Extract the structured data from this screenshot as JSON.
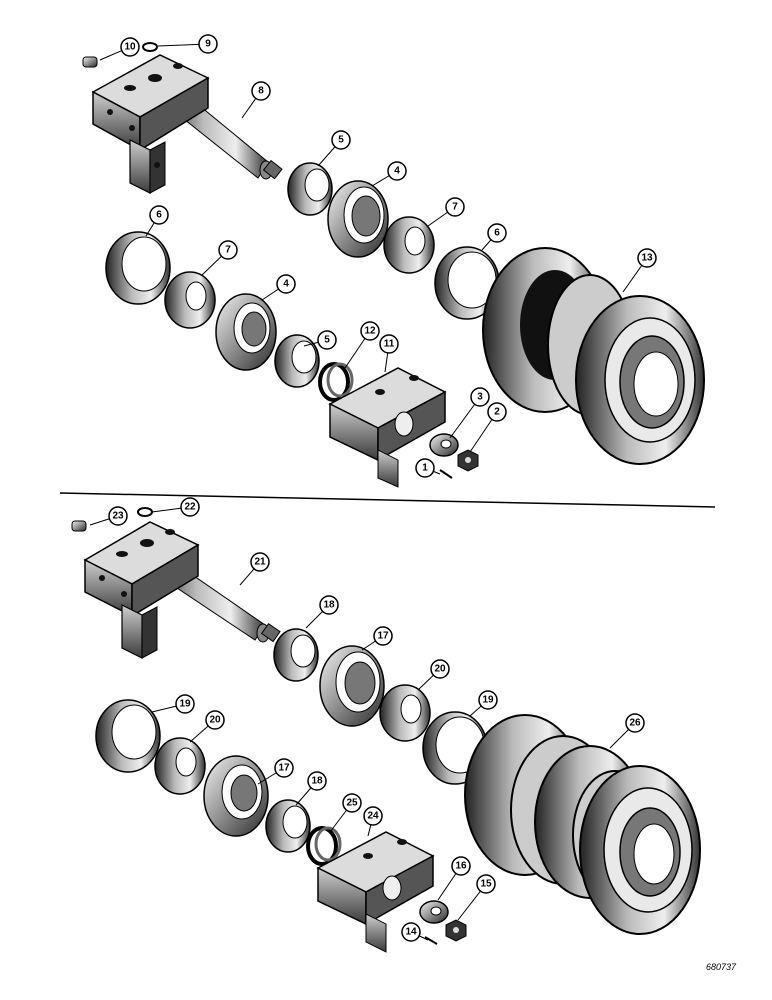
{
  "diagram": {
    "catalog_number": "680737",
    "assemblies": [
      {
        "callouts": [
          "1",
          "2",
          "3",
          "4",
          "4",
          "5",
          "5",
          "6",
          "6",
          "7",
          "7",
          "8",
          "9",
          "10",
          "11",
          "12",
          "13"
        ]
      },
      {
        "callouts": [
          "14",
          "15",
          "16",
          "17",
          "17",
          "18",
          "18",
          "19",
          "19",
          "20",
          "20",
          "21",
          "22",
          "23",
          "24",
          "25",
          "26"
        ]
      }
    ],
    "colors": {
      "ink": "#000000",
      "paper": "#ffffff",
      "part_dark": "#1a1a1a",
      "part_mid": "#555555",
      "part_light": "#d9d9d9"
    }
  }
}
